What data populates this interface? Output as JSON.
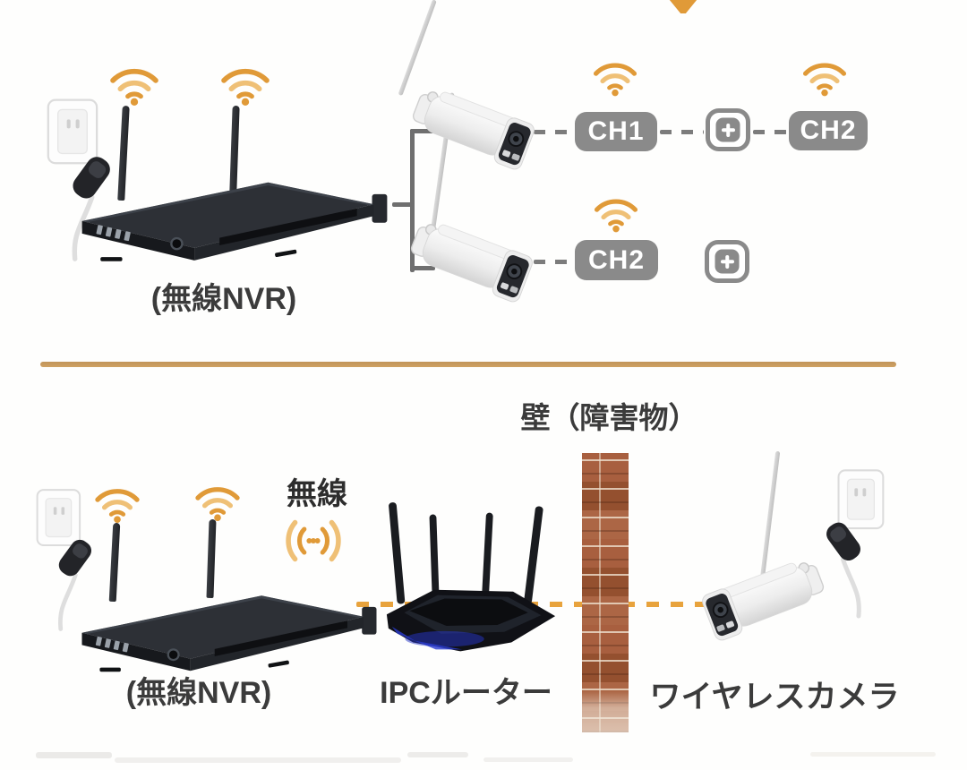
{
  "top_section": {
    "nvr_label": "(無線NVR)",
    "pairings": {
      "row1": {
        "camera_channel": "CH1",
        "paired_channel": "CH2"
      },
      "row2": {
        "camera_channel": "CH2"
      }
    }
  },
  "bottom_section": {
    "wall_label": "壁（障害物）",
    "wireless_label": "無線",
    "nvr_label": "(無線NVR)",
    "router_label": "IPCルーター",
    "camera_label": "ワイヤレスカメラ"
  },
  "colors": {
    "wifi-orange": "#E09A38",
    "wifi-orange-light": "#EFC076",
    "badge-gray": "#8A8A8A",
    "dash-gray": "#7C7C7C",
    "dash-orange": "#E8A33D",
    "divider-tan": "#CFA263",
    "label-dark": "#3B3B3B",
    "brick-red": "#A15A3B",
    "brick-mortar": "#E8DAC6"
  },
  "icons": {
    "wifi": "wifi-icon",
    "wireless_signal": "wireless-signal-icon",
    "add_channel": "add-channel-icon"
  }
}
